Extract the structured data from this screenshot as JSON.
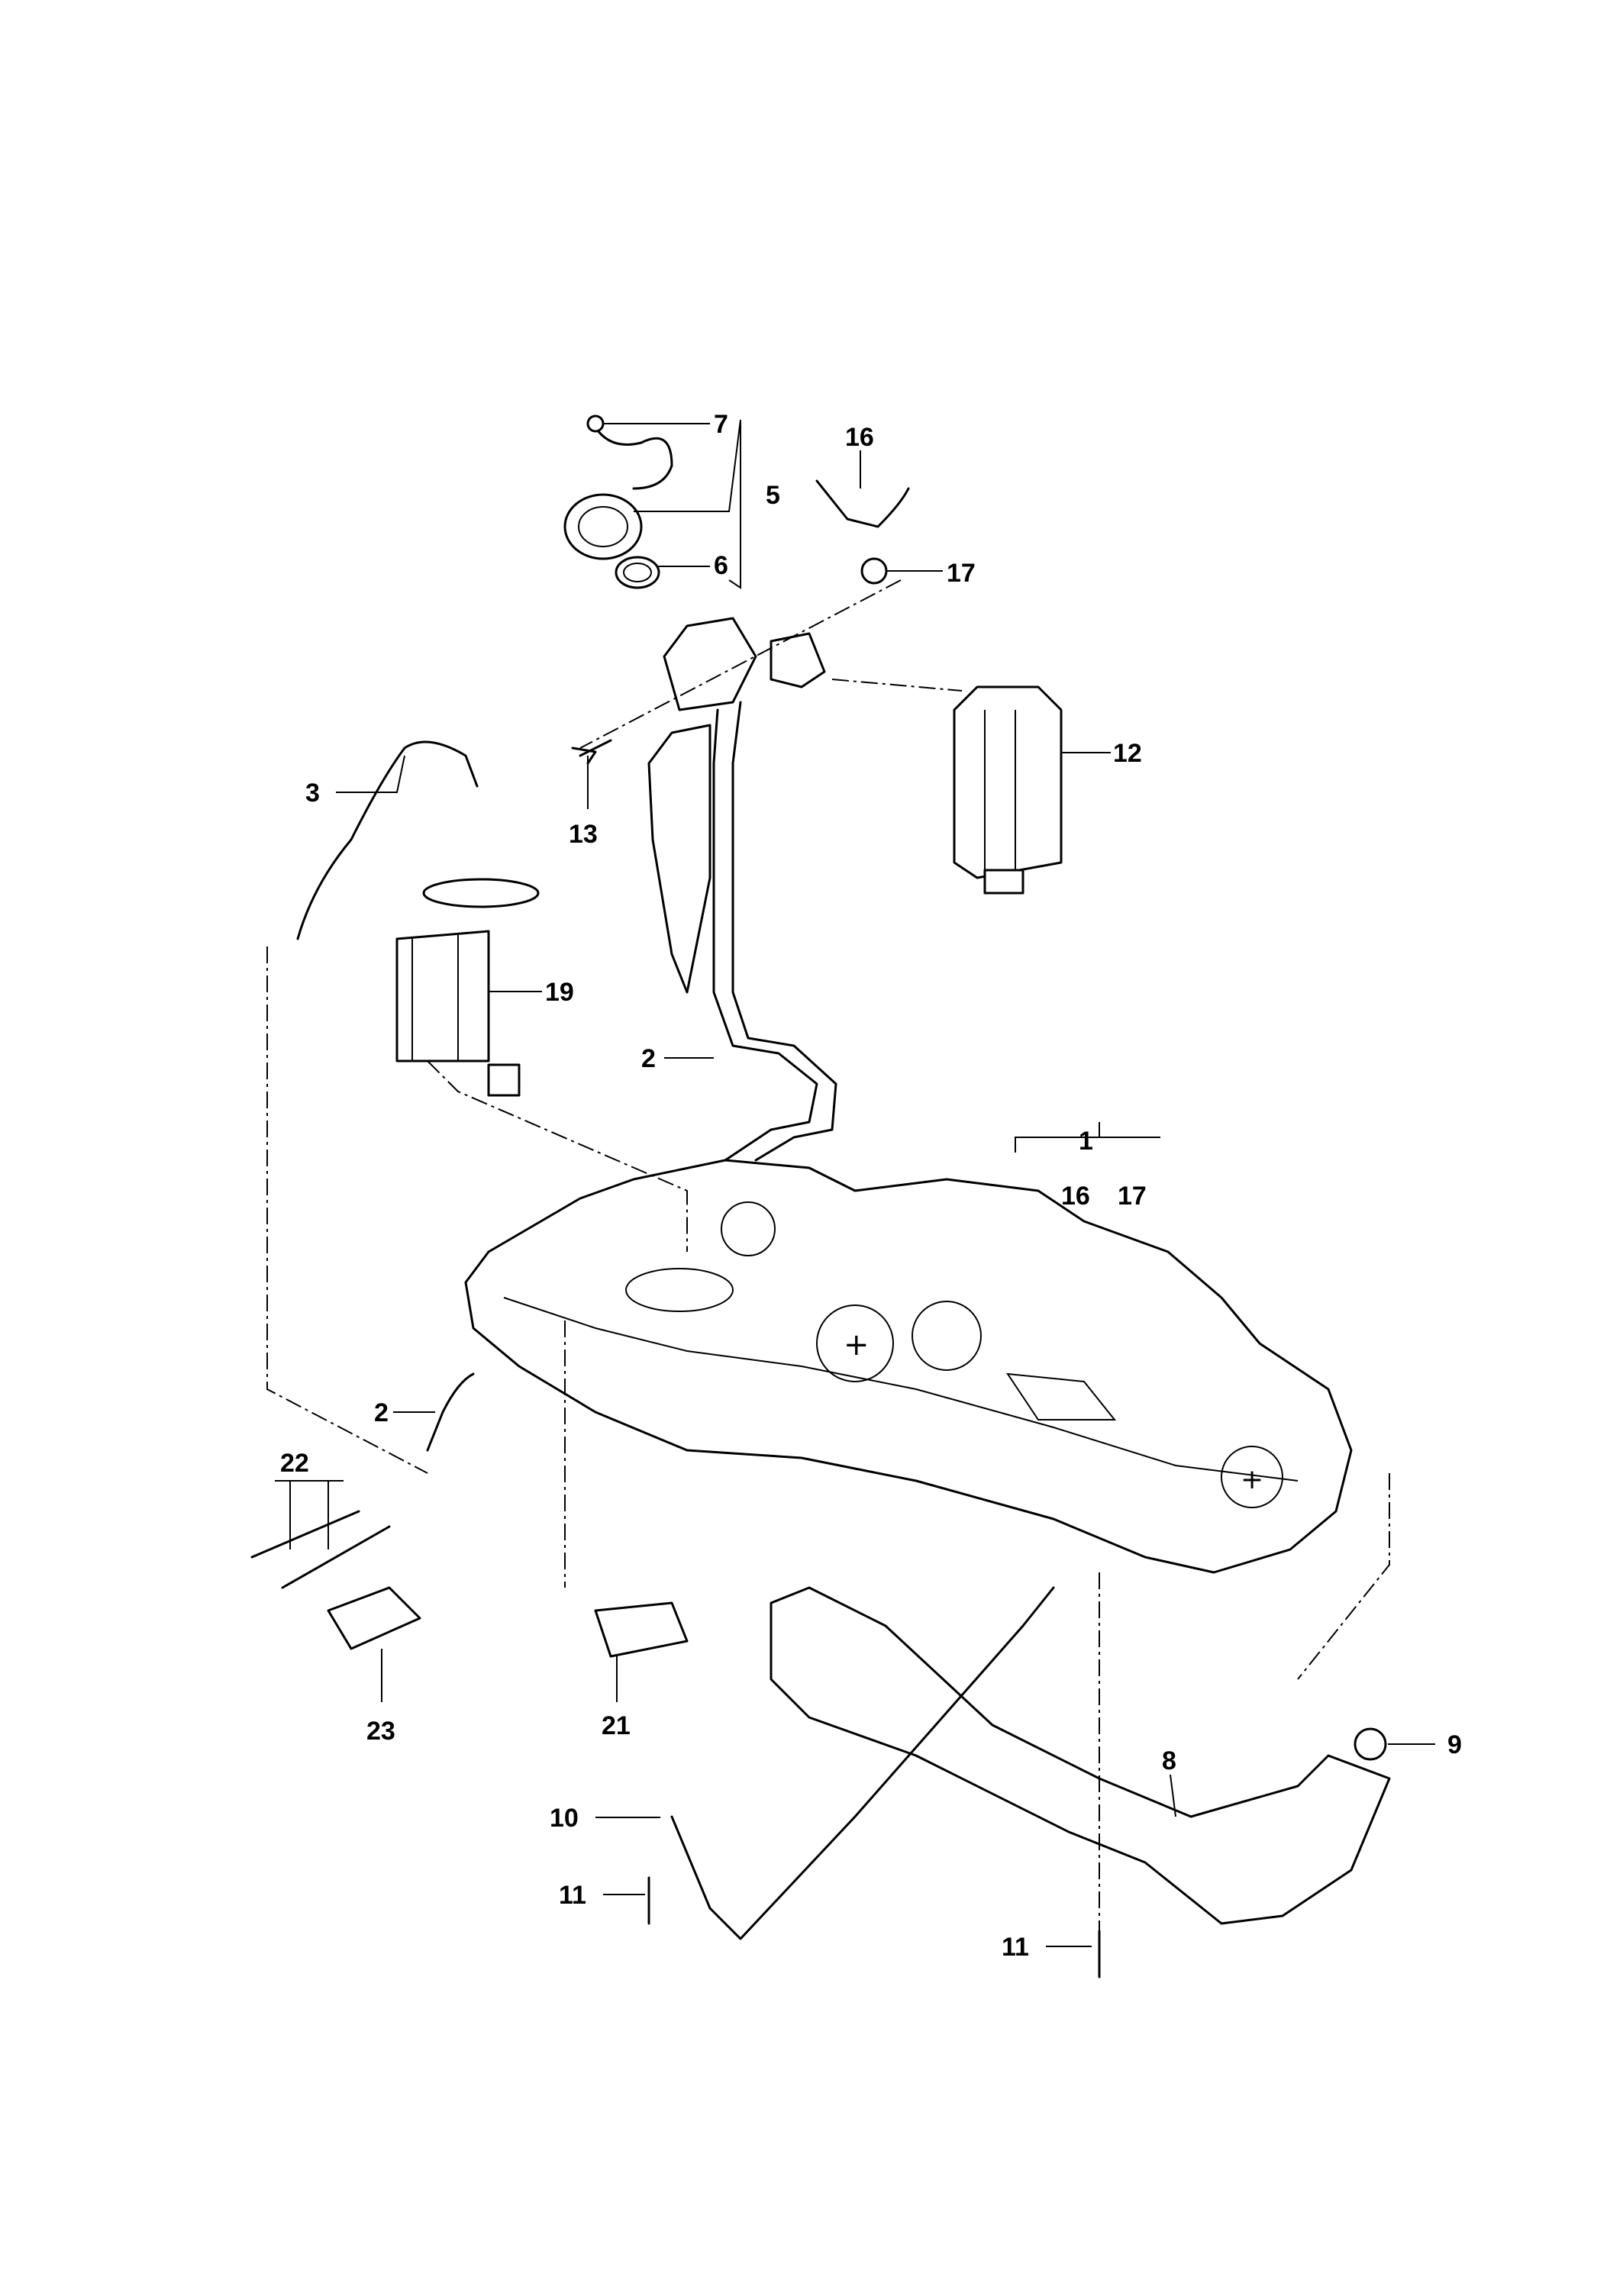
{
  "diagram": {
    "title": "Fuel tank assembly exploded view",
    "callouts": {
      "c7": "7",
      "c5": "5",
      "c6": "6",
      "c16a": "16",
      "c17a": "17",
      "c12": "12",
      "c13": "13",
      "c3": "3",
      "c19": "19",
      "c2a": "2",
      "c1": "1",
      "c16b": "16",
      "c17b": "17",
      "c2b": "2",
      "c22": "22",
      "c23": "23",
      "c21": "21",
      "c9": "9",
      "c8": "8",
      "c10": "10",
      "c11a": "11",
      "c11b": "11"
    }
  }
}
